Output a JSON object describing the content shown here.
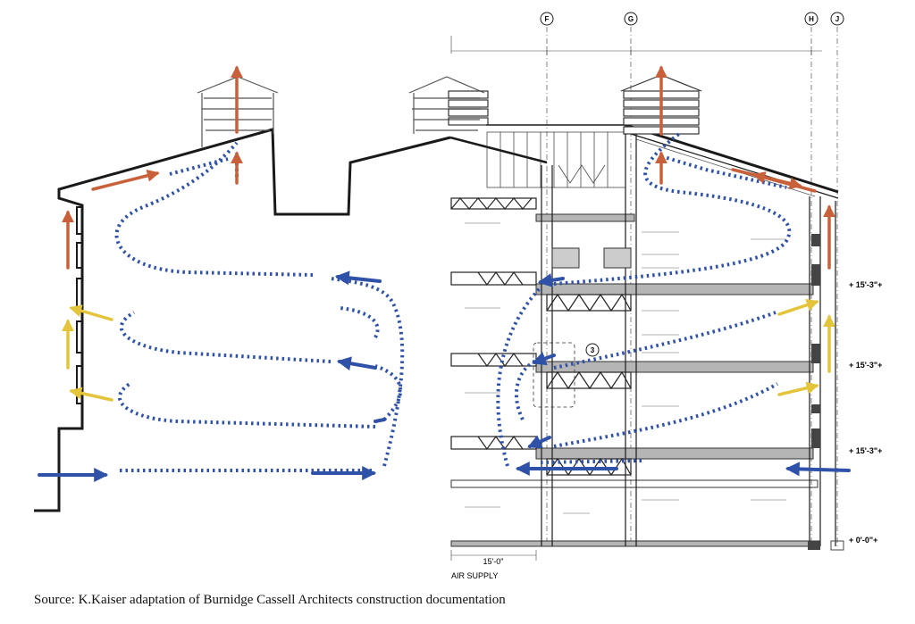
{
  "caption": "Source: K.Kaiser adaptation of Burnidge Cassell Architects construction documentation",
  "grid_labels": [
    "F",
    "G",
    "H",
    "J"
  ],
  "level_labels": [
    "+ 15'-3\"+",
    "+ 15'-3\"+",
    "+ 15'-3\"+",
    "+ 0'-0\"+"
  ],
  "dimension_label": "15'-0\"",
  "bottom_note": "AIR SUPPLY",
  "detail_tag": "3",
  "colors": {
    "warm_exhaust": "#c8603a",
    "tempered_air": "#e3c43a",
    "cool_supply": "#2f52a8",
    "drawing_line": "#1a1a1a",
    "slab_gray": "#b5b5b5"
  }
}
